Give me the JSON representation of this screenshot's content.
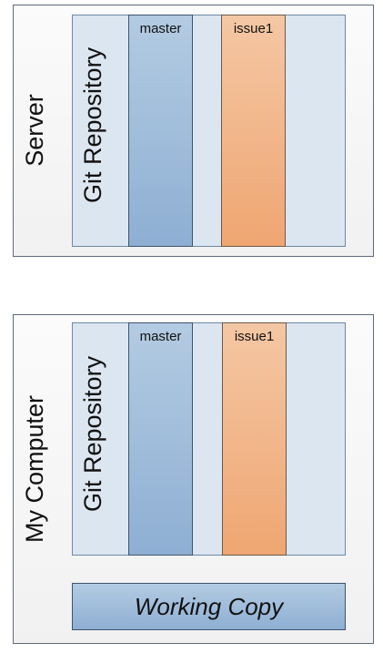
{
  "server": {
    "label": "Server",
    "repository": {
      "label": "Git Repository",
      "branches": [
        "master",
        "issue1"
      ]
    }
  },
  "computer": {
    "label": "My Computer",
    "repository": {
      "label": "Git Repository",
      "branches": [
        "master",
        "issue1"
      ]
    },
    "working_copy": "Working Copy"
  },
  "colors": {
    "repository_fill": "#dce6f0",
    "master_fill": "#8eafd3",
    "issue_fill": "#efa672",
    "container_fill": "#f1f1f1"
  }
}
